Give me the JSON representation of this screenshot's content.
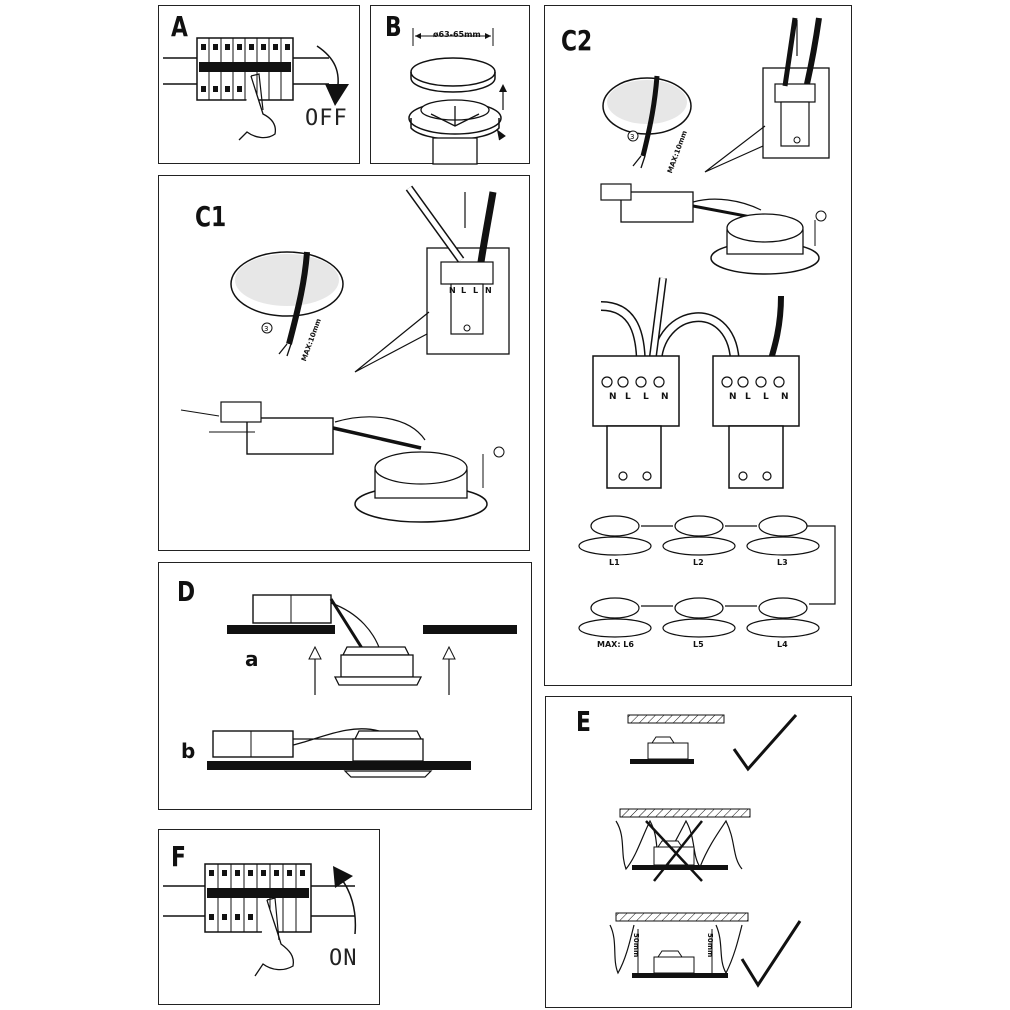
{
  "panels": {
    "a": {
      "label": "A",
      "state": "OFF"
    },
    "b": {
      "label": "B",
      "dimension": "ø63-65mm"
    },
    "c1": {
      "label": "C1",
      "max_strip": "MAX:10mm",
      "terminals": [
        "N",
        "L",
        "L",
        "N"
      ]
    },
    "c2": {
      "label": "C2",
      "max_strip": "MAX:10mm",
      "terminals": [
        "N",
        "L",
        "L",
        "N"
      ],
      "lamps": [
        "L1",
        "L2",
        "L3",
        "L4",
        "L5",
        "MAX: L6"
      ]
    },
    "d": {
      "label": "D",
      "step_a": "a",
      "step_b": "b"
    },
    "e": {
      "label": "E",
      "gap_label": "50mm"
    },
    "f": {
      "label": "F",
      "state": "ON"
    }
  },
  "colors": {
    "line": "#111111",
    "dots": "#777777"
  }
}
